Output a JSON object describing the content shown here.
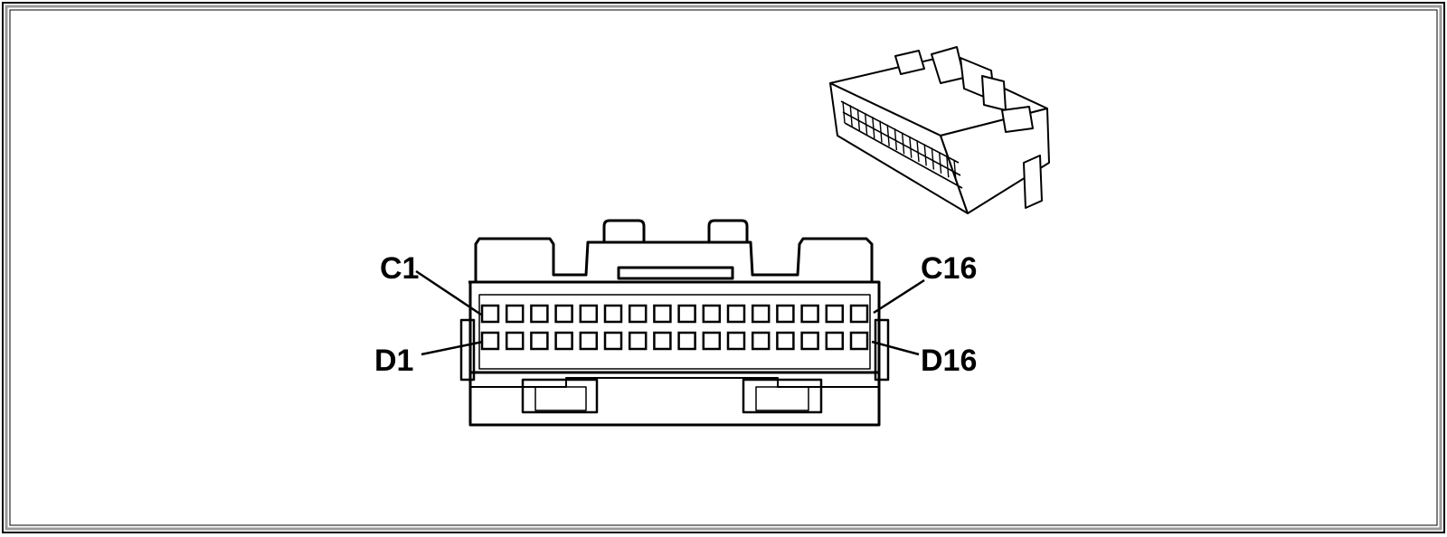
{
  "labels": {
    "c_first": "C1",
    "c_last": "C16",
    "d_first": "D1",
    "d_last": "D16"
  },
  "rows": [
    {
      "name": "C",
      "pin_count": 16
    },
    {
      "name": "D",
      "pin_count": 16
    }
  ],
  "colors": {
    "line": "#000000",
    "frame_inner": "#8c8c8c",
    "background": "#ffffff"
  }
}
